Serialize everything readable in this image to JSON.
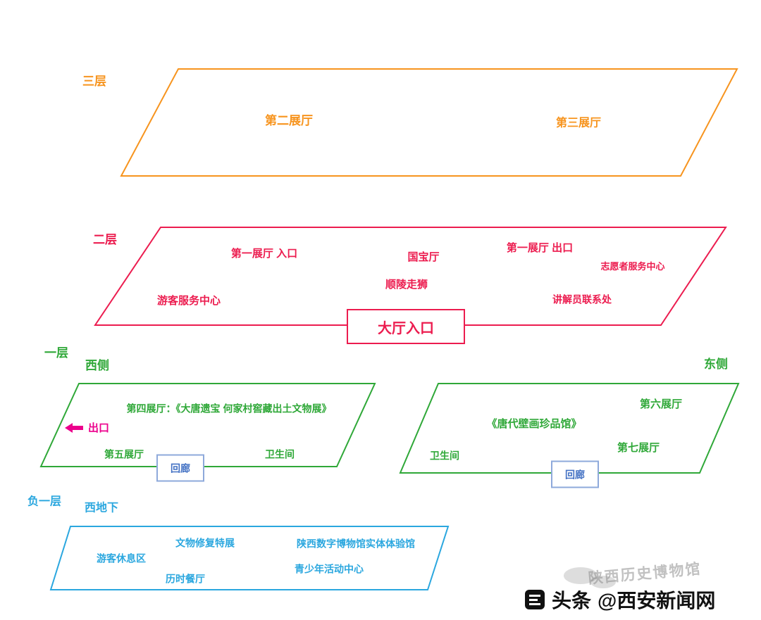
{
  "colors": {
    "orange": "#F7941E",
    "red": "#EC1C4F",
    "green": "#2FA838",
    "blue": "#2BA7DF",
    "magenta": "#EC008C",
    "corridor-text": "#4472C4",
    "corridor-border": "#8EA9DB",
    "footer-black": "#111111"
  },
  "floor3": {
    "label": "三层",
    "hall2": "第二展厅",
    "hall3": "第三展厅"
  },
  "floor2": {
    "label": "二层",
    "hall1_entrance": "第一展厅 入口",
    "treasure_hall": "国宝厅",
    "hall1_exit": "第一展厅 出口",
    "volunteer_center": "志愿者服务中心",
    "shunling_lion": "顺陵走狮",
    "visitor_center": "游客服务中心",
    "guide_contact": "讲解员联系处",
    "main_hall_entrance": "大厅入口"
  },
  "floor1": {
    "label": "一层",
    "west_label": "西侧",
    "east_label": "东侧",
    "hall4": "第四展厅：《大唐遗宝 何家村窖藏出土文物展》",
    "exit": "出口",
    "hall5": "第五展厅",
    "restroom_west": "卫生间",
    "corridor_west": "回廊",
    "hall6": "第六展厅",
    "mural_gallery": "《唐代壁画珍品馆》",
    "restroom_east": "卫生间",
    "hall7": "第七展厅",
    "corridor_east": "回廊"
  },
  "basement": {
    "label": "负一层",
    "area_label": "西地下",
    "restoration_exhibit": "文物修复特展",
    "digital_museum": "陕西数字博物馆实体体验馆",
    "rest_area": "游客休息区",
    "youth_center": "青少年活动中心",
    "restaurant": "历时餐厅"
  },
  "watermark": {
    "museum": "陕西历史博物馆",
    "credit_brand": "头条",
    "credit_account": "@西安新闻网"
  }
}
